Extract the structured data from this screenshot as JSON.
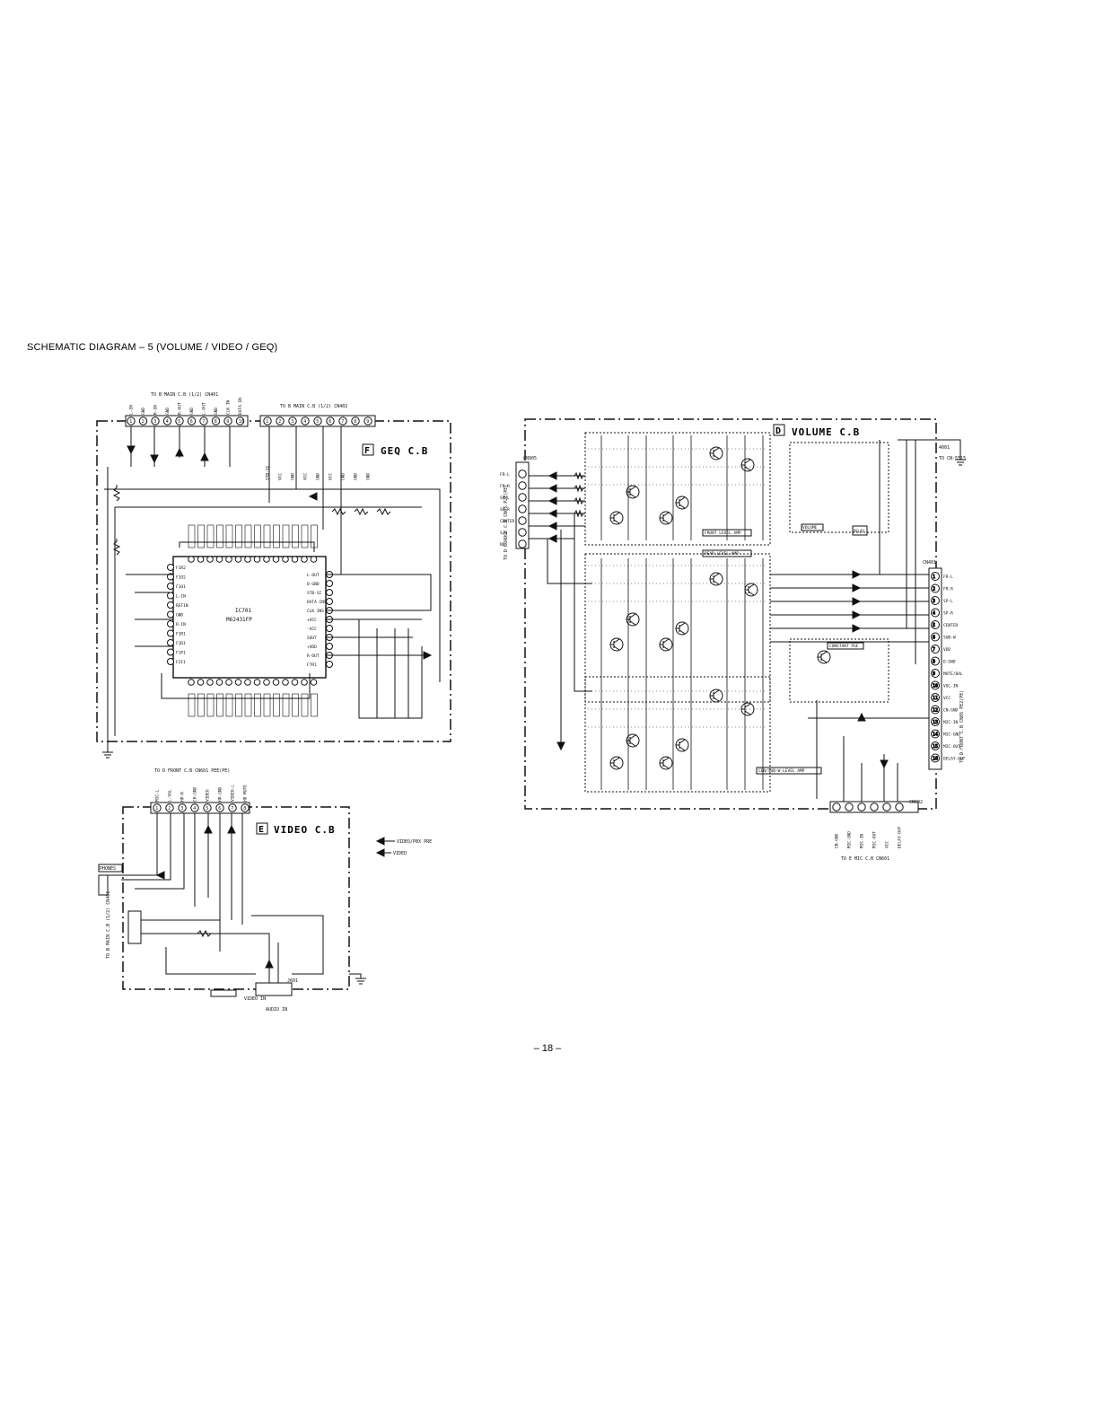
{
  "header": {
    "title": "SCHEMATIC DIAGRAM – 5  (VOLUME / VIDEO / GEQ)"
  },
  "footer": {
    "page_number": "– 18 –"
  },
  "geq_board": {
    "title": "GEQ C.B",
    "badge": "F",
    "ic_name": "IC701",
    "ic_part": "M62431FP",
    "connector_left": {
      "label": "TO B MAIN C.B (1/2) CN401",
      "pins": [
        "L-IN",
        "GND",
        "R-IN",
        "GND",
        "R-OUT",
        "GND",
        "L-OUT",
        "GND",
        "CLK IN",
        "DATA IN"
      ]
    },
    "connector_right": {
      "label": "TO B MAIN C.B (1/2) CN402",
      "pins": [
        "STB-SI",
        "VCC",
        "GND",
        "VCC",
        "GND",
        "VCC",
        "GND",
        "GND",
        "GND"
      ]
    },
    "ic_left_pins": [
      "F1R2",
      "F1O2",
      "F1O1",
      "L-IN",
      "REFIN",
      "GND",
      "R-IN",
      "F1R1",
      "F1D1",
      "F1P1",
      "F2I1"
    ],
    "ic_right_pins": [
      "L-OUT",
      "D-GND",
      "STB-SI",
      "DATA INS",
      "CLK INS",
      "+VCC",
      "-VCC",
      "SOUT",
      "+VDD",
      "R-OUT",
      "F7R1"
    ]
  },
  "volume_board": {
    "title": "VOLUME C.B",
    "badge": "D",
    "input_connector": {
      "label": "TO D ROADCE C.B CN05 P2E(PE)",
      "ref": "CN905",
      "pins": [
        "FR-L",
        "FR-R",
        "SP-L",
        "SP-R",
        "CENTER",
        "S/W",
        "NC"
      ]
    },
    "output_connector": {
      "label": "TO D FRONT C.B CN05 PE2(PE)",
      "ref": "CN401",
      "pins": [
        "FR-L",
        "FR-R",
        "SP-L",
        "SP-R",
        "CENTER",
        "SUB-W",
        "VDD",
        "D-GND",
        "MUTE/BAL",
        "VOL-IN",
        "VCC",
        "CN-GND",
        "MIC-IN",
        "MIC-GND",
        "MIC-OUT",
        "DELAY-OUT"
      ]
    },
    "bottom_connector": {
      "label": "TO E MIC C.B CN601",
      "ref": "CN602",
      "pins": [
        "CN-GND",
        "MIC-GND",
        "MIC-IN",
        "MIC-OUT",
        "VCC",
        "DELAY-OUT"
      ]
    },
    "block_labels": [
      "FRONT LEVEL AMP",
      "REAR LEVEL AMP",
      "CEN/SUB-W LEVEL AMP",
      "CONSTANT PGE",
      "VOLUME",
      "DELAY"
    ],
    "ref_top_right": "4001",
    "ref_top_right_to": "TO CN-5515"
  },
  "video_board": {
    "title": "VIDEO C.B",
    "badge": "E",
    "connector": {
      "label": "TO D FRONT C.B CN601 PEE(PE)",
      "pins": [
        "MIC-L",
        "L-VAL",
        "HP-R",
        "CH-GND",
        "VIDEO",
        "HP-GND",
        "VIDEO-L",
        "HD MUTE"
      ]
    },
    "phones_label": "PHONES",
    "jack_ref": "J601",
    "labels": [
      "VIDEO IN",
      "AUDIO IN"
    ],
    "legend": [
      "VIDEO/PBX PRE",
      "VIDEO"
    ],
    "side_label": "TO B MAIN C.B (1/2) CN401"
  },
  "colors": {
    "ink": "#000000",
    "paper": "#ffffff",
    "trace": "#111111"
  }
}
